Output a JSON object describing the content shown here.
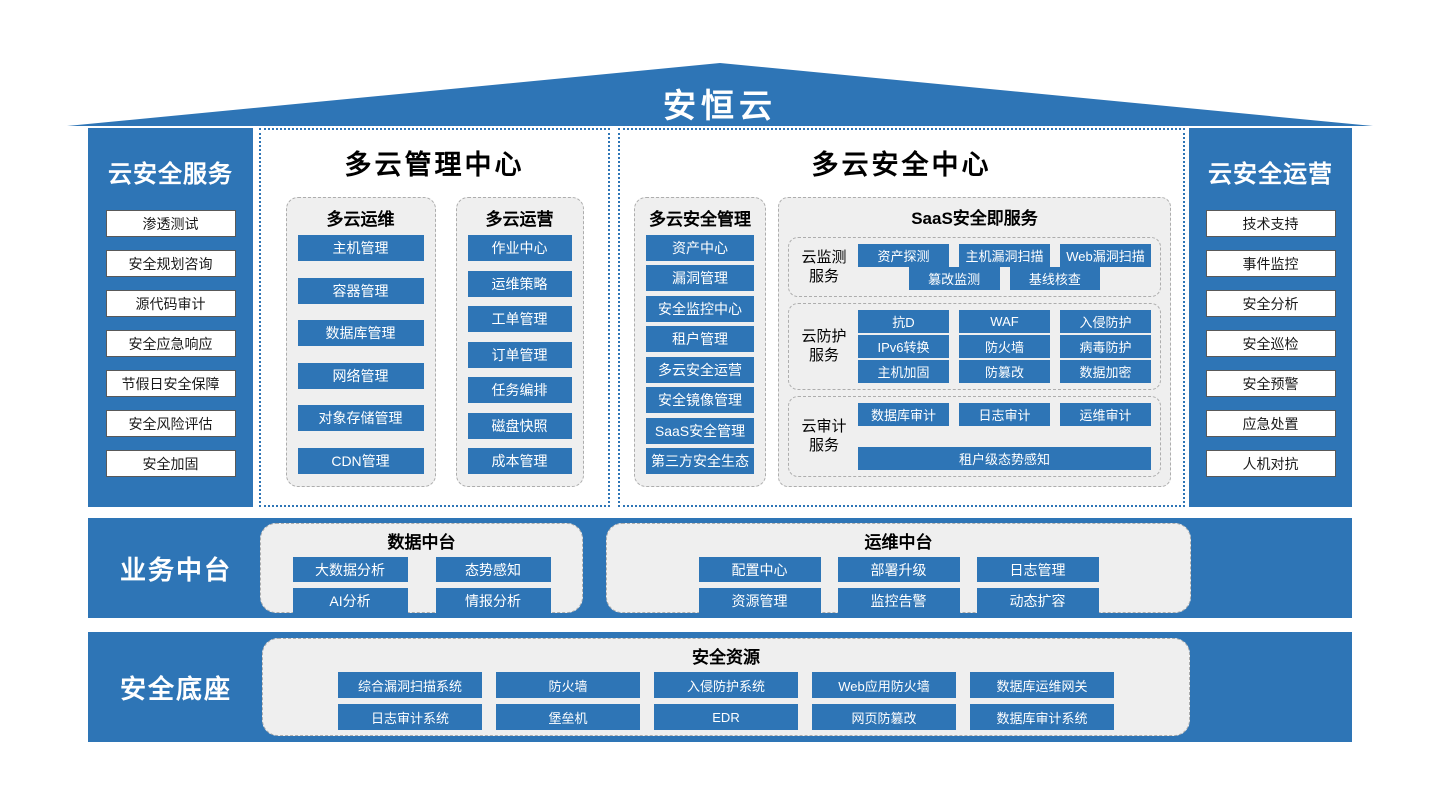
{
  "colors": {
    "primary_blue": "#2E75B6",
    "group_bg": "#EFEFEF",
    "dashed_border": "#ADADAD"
  },
  "roof": {
    "title": "安恒云"
  },
  "left_sidebar": {
    "title": "云安全服务",
    "items": [
      "渗透测试",
      "安全规划咨询",
      "源代码审计",
      "安全应急响应",
      "节假日安全保障",
      "安全风险评估",
      "安全加固"
    ]
  },
  "right_sidebar": {
    "title": "云安全运营",
    "items": [
      "技术支持",
      "事件监控",
      "安全分析",
      "安全巡检",
      "安全预警",
      "应急处置",
      "人机对抗"
    ]
  },
  "management_center": {
    "title": "多云管理中心",
    "columns": [
      {
        "title": "多云运维",
        "items": [
          "主机管理",
          "容器管理",
          "数据库管理",
          "网络管理",
          "对象存储管理",
          "CDN管理"
        ]
      },
      {
        "title": "多云运营",
        "items": [
          "作业中心",
          "运维策略",
          "工单管理",
          "订单管理",
          "任务编排",
          "磁盘快照",
          "成本管理"
        ]
      }
    ]
  },
  "security_center": {
    "title": "多云安全中心",
    "management_column": {
      "title": "多云安全管理",
      "items": [
        "资产中心",
        "漏洞管理",
        "安全监控中心",
        "租户管理",
        "多云安全运营",
        "安全镜像管理",
        "SaaS安全管理",
        "第三方安全生态"
      ]
    },
    "saas": {
      "title": "SaaS安全即服务",
      "groups": [
        {
          "label_lines": [
            "云监测",
            "服务"
          ],
          "rows": [
            [
              "资产探测",
              "主机漏洞扫描",
              "Web漏洞扫描"
            ],
            [
              "篡改监测",
              "基线核查"
            ]
          ]
        },
        {
          "label_lines": [
            "云防护",
            "服务"
          ],
          "rows": [
            [
              "抗D",
              "WAF",
              "入侵防护"
            ],
            [
              "IPv6转换",
              "防火墙",
              "病毒防护"
            ],
            [
              "主机加固",
              "防篡改",
              "数据加密"
            ]
          ]
        },
        {
          "label_lines": [
            "云审计",
            "服务"
          ],
          "rows": [
            [
              "数据库审计",
              "日志审计",
              "运维审计"
            ],
            [
              "租户级态势感知"
            ]
          ]
        }
      ]
    }
  },
  "business_band": {
    "label": "业务中台",
    "groups": [
      {
        "title": "数据中台",
        "rows": [
          [
            "大数据分析",
            "态势感知"
          ],
          [
            "AI分析",
            "情报分析"
          ]
        ]
      },
      {
        "title": "运维中台",
        "rows": [
          [
            "配置中心",
            "部署升级",
            "日志管理"
          ],
          [
            "资源管理",
            "监控告警",
            "动态扩容"
          ]
        ]
      }
    ]
  },
  "security_base_band": {
    "label": "安全底座",
    "group": {
      "title": "安全资源",
      "rows": [
        [
          "综合漏洞扫描系统",
          "防火墙",
          "入侵防护系统",
          "Web应用防火墙",
          "数据库运维网关"
        ],
        [
          "日志审计系统",
          "堡垒机",
          "EDR",
          "网页防篡改",
          "数据库审计系统"
        ]
      ]
    }
  }
}
